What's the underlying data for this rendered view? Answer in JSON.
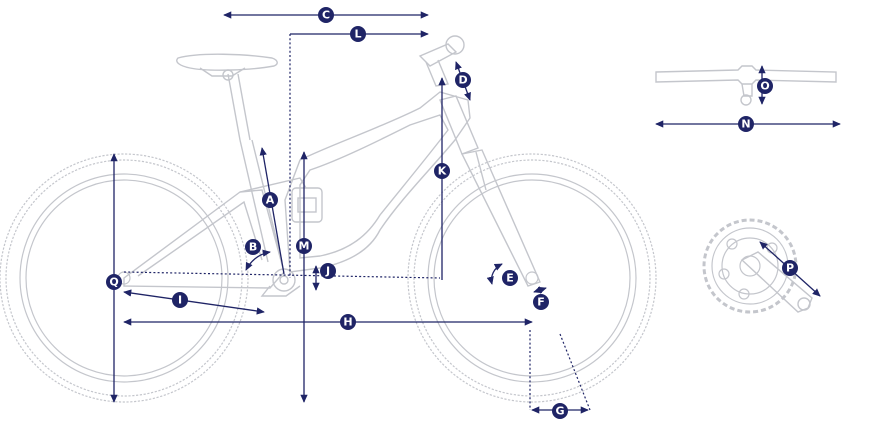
{
  "colors": {
    "dimension_navy": "#1f2466",
    "bike_outline": "#c4c6cc",
    "background": "#ffffff"
  },
  "labels": {
    "A": "A",
    "B": "B",
    "C": "C",
    "D": "D",
    "E": "E",
    "F": "F",
    "G": "G",
    "H": "H",
    "I": "I",
    "J": "J",
    "K": "K",
    "L": "L",
    "M": "M",
    "N": "N",
    "O": "O",
    "P": "P",
    "Q": "Q"
  }
}
